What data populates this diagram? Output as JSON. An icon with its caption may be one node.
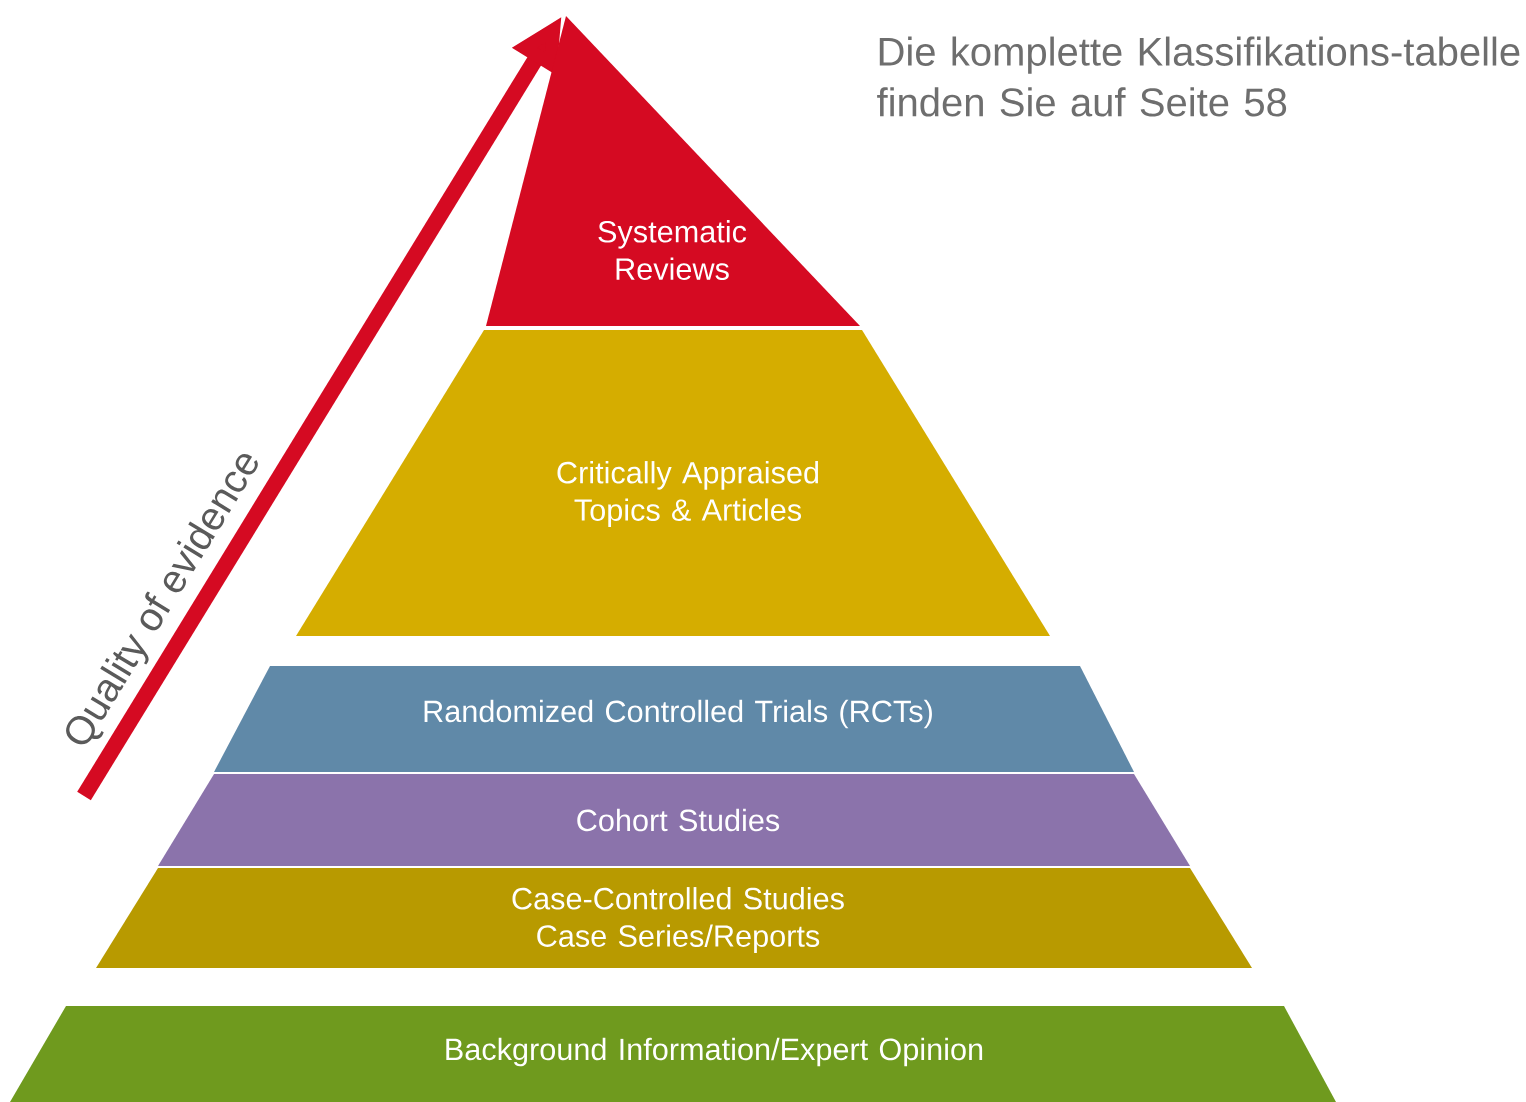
{
  "diagram": {
    "nodes": [
      {
        "text": [
          "Systematic Reviews"
        ]
      },
      {
        "text": [
          "Critically Appraised Topics & Articles"
        ]
      },
      {
        "text": [
          "Randomized Controlled Trials (RCTs)"
        ]
      },
      {
        "text": [
          "Cohort Studies"
        ]
      },
      {
        "text": [
          "Case-Controlled Studies Case Series/Reports"
        ]
      },
      {
        "text": [
          "Background Information/Expert Opinion"
        ]
      }
    ],
    "labels": [
      "Quality of evidence",
      "Die komplette Klassifikations-tabelle finden Sie auf Seite 58"
    ]
  }
}
